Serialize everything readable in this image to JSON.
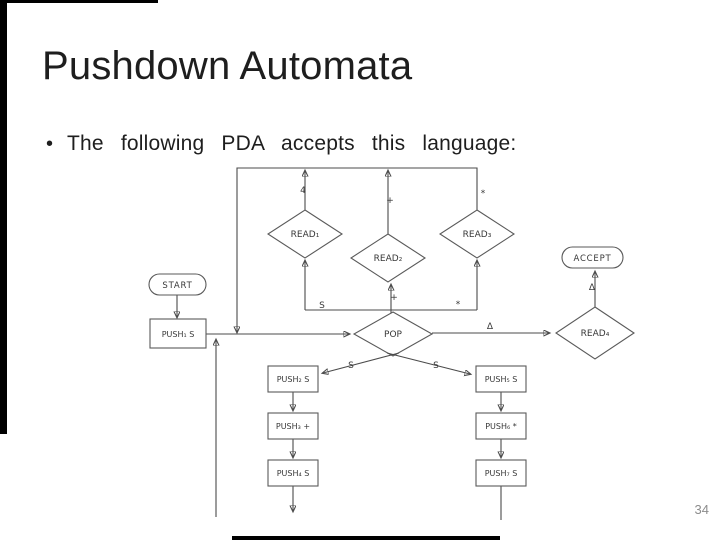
{
  "slide": {
    "title": "Pushdown Automata",
    "bullet_glyph": "•",
    "bullet": "The following PDA accepts this language:",
    "page_number": "34"
  },
  "diagram": {
    "nodes": {
      "start": "START",
      "push1": "PUSH₁ S",
      "read1": "READ₁",
      "read2": "READ₂",
      "read3": "READ₃",
      "pop": "POP",
      "read4": "READ₄",
      "accept": "ACCEPT",
      "push2": "PUSH₂ S",
      "push3": "PUSH₃ +",
      "push4": "PUSH₄ S",
      "push5": "PUSH₅ S",
      "push6": "PUSH₆ *",
      "push7": "PUSH₇ S"
    },
    "edge_labels": {
      "read1_to_loop": "4",
      "read2_to_loop": "+",
      "read3_to_loop": "*",
      "pop_s_to_read1": "S",
      "pop_plus_to_read2": "+",
      "pop_star_to_read3": "*",
      "pop_s_to_push2": "S",
      "pop_s_to_push5": "S",
      "pop_blank_to_read4": "Δ",
      "read4_blank_to_accept": "Δ"
    }
  },
  "colors": {
    "background": "#ffffff",
    "slide_text": "#1e1e1e",
    "diagram_stroke": "#4b4b4b",
    "diagram_text": "#383838",
    "page_number": "#8c8c8c",
    "edge_bar": "#000000"
  }
}
